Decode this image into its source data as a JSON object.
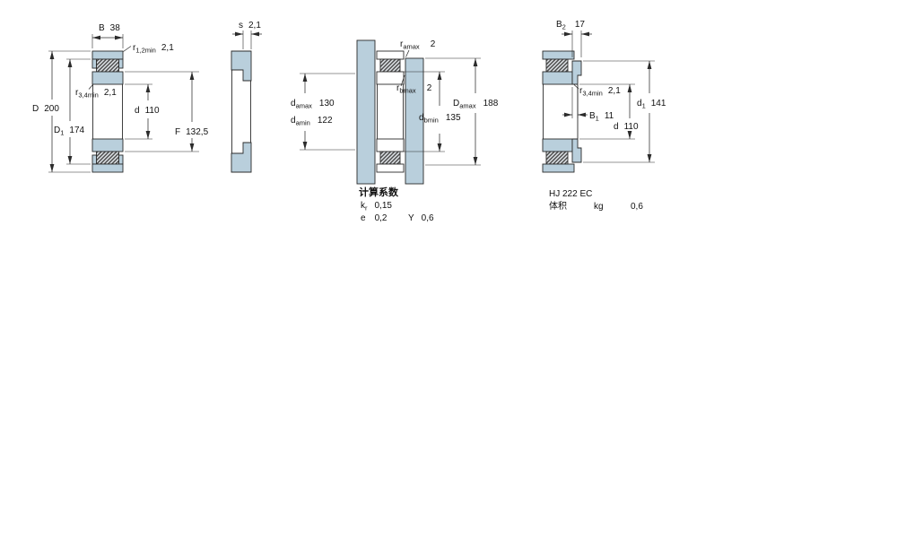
{
  "colors": {
    "ring": "#b9cfdc",
    "line": "#2b2b2b",
    "text": "#111111",
    "hatch_bg": "#e9eef2",
    "hatch_line": "#444444"
  },
  "views": {
    "main": {
      "dims": {
        "B": {
          "label": "B",
          "value": "38"
        },
        "r12": {
          "base": "r",
          "sub": "1,2min",
          "value": "2,1"
        },
        "r34": {
          "base": "r",
          "sub": "3,4min",
          "value": "2,1"
        },
        "D": {
          "label": "D",
          "value": "200"
        },
        "D1": {
          "base": "D",
          "sub": "1",
          "value": "174"
        },
        "d": {
          "label": "d",
          "value": "110"
        },
        "F": {
          "label": "F",
          "value": "132,5"
        }
      }
    },
    "ring": {
      "dims": {
        "s": {
          "label": "s",
          "value": "2,1"
        }
      }
    },
    "mounting": {
      "dims": {
        "ra": {
          "base": "r",
          "sub": "amax",
          "value": "2"
        },
        "rb": {
          "base": "r",
          "sub": "bmax",
          "value": "2"
        },
        "da_max": {
          "base": "d",
          "sub": "amax",
          "value": "130"
        },
        "da_min": {
          "base": "d",
          "sub": "amin",
          "value": "122"
        },
        "Da_max": {
          "base": "D",
          "sub": "amax",
          "value": "188"
        },
        "db_min": {
          "base": "d",
          "sub": "bmin",
          "value": "135"
        }
      },
      "calc": {
        "title": "计算系数",
        "kr": {
          "base": "k",
          "sub": "r",
          "value": "0,15"
        },
        "e": {
          "label": "e",
          "value": "0,2"
        },
        "Y": {
          "label": "Y",
          "value": "0,6"
        }
      }
    },
    "angle_ring": {
      "designation": "HJ 222 EC",
      "dims": {
        "B2": {
          "base": "B",
          "sub": "2",
          "value": "17"
        },
        "r34": {
          "base": "r",
          "sub": "3,4min",
          "value": "2,1"
        },
        "B1": {
          "base": "B",
          "sub": "1",
          "value": "11"
        },
        "d1": {
          "base": "d",
          "sub": "1",
          "value": "141"
        },
        "d": {
          "label": "d",
          "value": "110"
        }
      },
      "mass": {
        "label": "体积",
        "unit": "kg",
        "value": "0,6"
      }
    }
  }
}
